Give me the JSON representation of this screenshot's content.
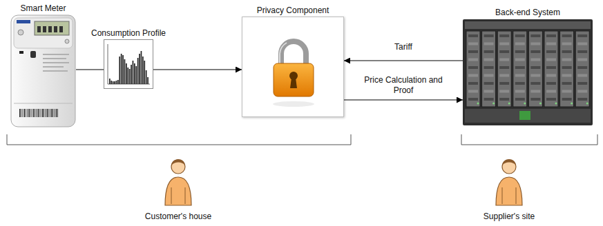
{
  "diagram": {
    "nodes": [
      {
        "text": [
          "Smart Meter"
        ]
      },
      {
        "text": [
          "Consumption Profile"
        ]
      },
      {
        "text": [
          "Privacy Component"
        ]
      },
      {
        "text": [
          "Back-end System"
        ]
      }
    ],
    "edges": [
      {
        "from": 0,
        "to": 1,
        "arrow": "none"
      },
      {
        "from": 1,
        "to": 2,
        "arrow": "to"
      },
      {
        "from": 3,
        "to": 2,
        "label": "Tariff",
        "arrow": "to"
      },
      {
        "from": 2,
        "to": 3,
        "label": "Price Calculation and Proof",
        "arrow": "to"
      }
    ],
    "labels": [
      "Customer's house",
      "Supplier's site"
    ]
  }
}
